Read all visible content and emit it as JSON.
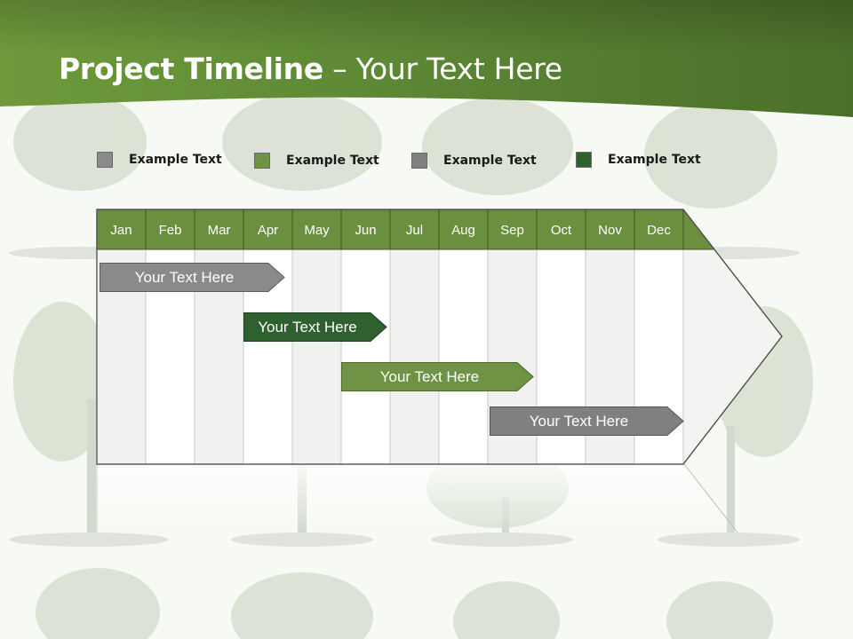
{
  "slide": {
    "title_bold": "Project Timeline",
    "title_rest": " – Your Text Here"
  },
  "legend": [
    {
      "label": "Example Text",
      "color": "#8a8a8a"
    },
    {
      "label": "Example Text",
      "color": "#6e9344"
    },
    {
      "label": "Example Text",
      "color": "#808080"
    },
    {
      "label": "Example Text",
      "color": "#2f6030"
    }
  ],
  "months": [
    "Jan",
    "Feb",
    "Mar",
    "Apr",
    "May",
    "Jun",
    "Jul",
    "Aug",
    "Sep",
    "Oct",
    "Nov",
    "Dec"
  ],
  "tasks": [
    {
      "label": "Your  Text Here",
      "color": "#8a8a8a"
    },
    {
      "label": "Your  Text Here",
      "color": "#2f6030"
    },
    {
      "label": "Your  Text Here",
      "color": "#6e9344"
    },
    {
      "label": "Your  Text Here",
      "color": "#808080"
    }
  ],
  "colors": {
    "header_green": "#5d8a35",
    "month_band": "#6a8f3e"
  }
}
